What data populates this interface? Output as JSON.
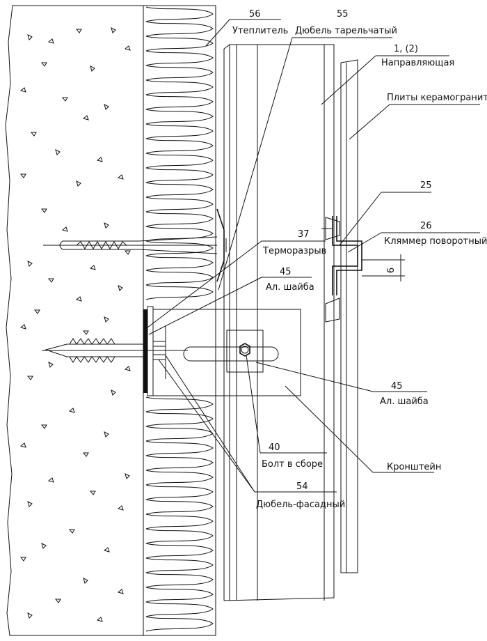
{
  "callouts": {
    "c56": {
      "num": "56",
      "text": "Утеплитель"
    },
    "c55": {
      "num": "55",
      "text": "Дюбель тарельчатый"
    },
    "c1": {
      "num": "1, (2)",
      "text": "Направляющая"
    },
    "plates": {
      "text": "Плиты керамогранит"
    },
    "c25": {
      "num": "25"
    },
    "c26": {
      "num": "26",
      "text": "Кляммер поворотный"
    },
    "dim": {
      "text": "6"
    },
    "c37": {
      "num": "37",
      "text": "Терморазрыв"
    },
    "c45a": {
      "num": "45",
      "text": "Ал. шайба"
    },
    "c45b": {
      "num": "45",
      "text": "Ал. шайба"
    },
    "bracket": {
      "text": "Кронштейн"
    },
    "c40": {
      "num": "40",
      "text": "Болт в сборе"
    },
    "c54": {
      "num": "54",
      "text": "Дюбель-фасадный"
    }
  }
}
